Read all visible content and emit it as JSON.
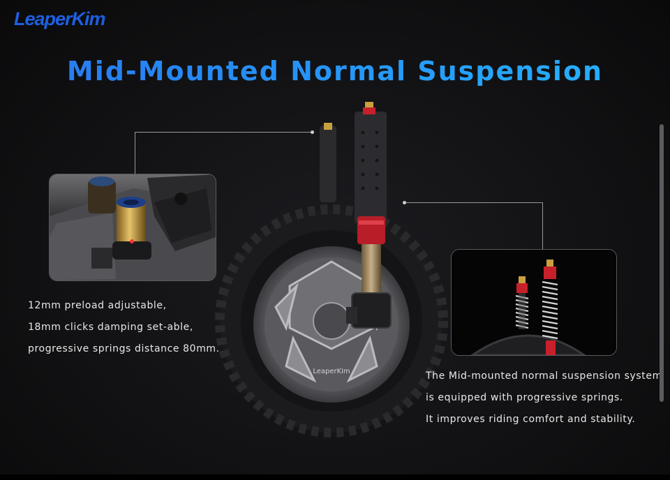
{
  "brand": {
    "logo": "LeaperKim"
  },
  "title": "Mid-Mounted Normal Suspension",
  "left_caption": {
    "lines": [
      "12mm preload adjustable,",
      "18mm clicks damping set-able,",
      "progressive springs distance 80mm."
    ]
  },
  "right_caption": {
    "lines": [
      "The Mid-mounted normal suspension system",
      "is equipped with progressive springs.",
      "It improves riding comfort and stability."
    ]
  },
  "hub_text": "LeaperKim",
  "colors": {
    "title_start": "#2877ee",
    "title_end": "#25b4ff",
    "accent_red": "#c8202a",
    "brass": "#c9a040"
  }
}
